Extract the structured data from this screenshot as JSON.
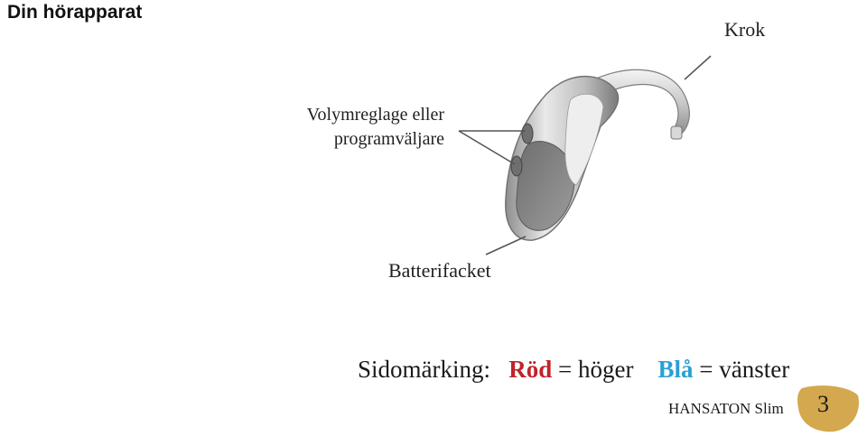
{
  "header": {
    "title": "Din hörapparat"
  },
  "diagram": {
    "labels": {
      "hook": "Krok",
      "volume_line1": "Volymreglage eller",
      "volume_line2": "programväljare",
      "battery": "Batterifacket"
    }
  },
  "side_marking": {
    "prefix": "Sidomärking:",
    "red_word": "Röd",
    "red_rest": "= höger",
    "blue_word": "Blå",
    "blue_rest": "= vänster",
    "red_color": "#c0232b",
    "blue_color": "#2a9fd6"
  },
  "footer": {
    "model": "HANSATON Slim",
    "page_number": "3",
    "badge_color": "#d4a84e"
  }
}
